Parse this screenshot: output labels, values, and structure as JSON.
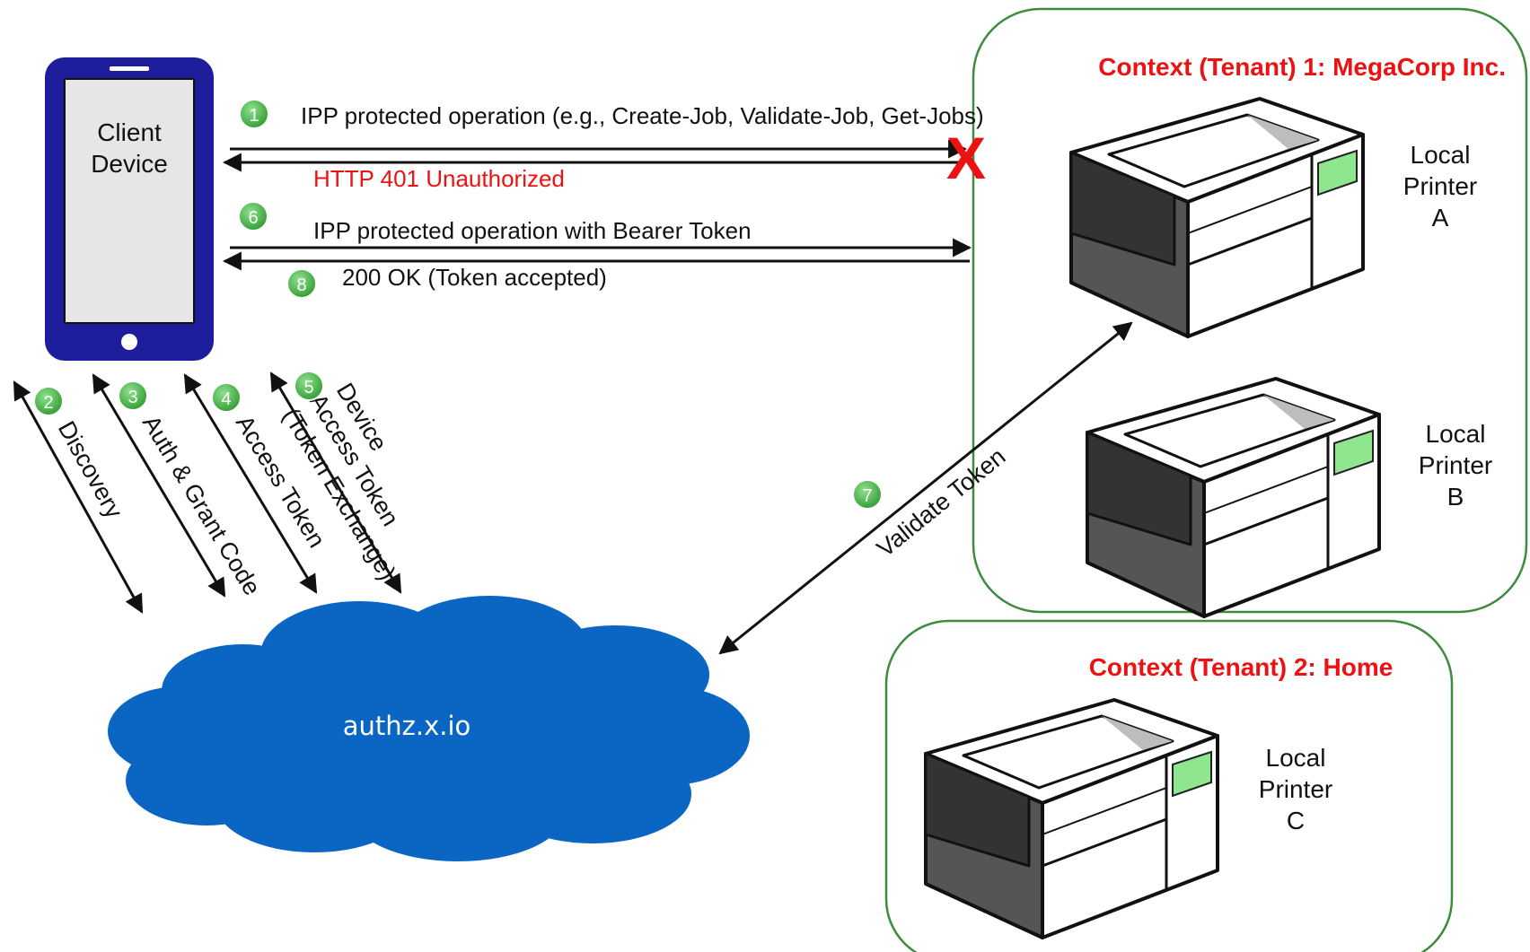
{
  "client_device": {
    "label_line1": "Client",
    "label_line2": "Device"
  },
  "messages": {
    "step1": "IPP protected operation (e.g., Create-Job, Validate-Job, Get-Jobs)",
    "unauthorized": "HTTP 401 Unauthorized",
    "step6": "IPP protected operation with Bearer Token",
    "step8": "200 OK  (Token accepted)"
  },
  "auth_flows": {
    "step2": "Discovery",
    "step3": "Auth & Grant Code",
    "step4": "Access Token",
    "step5_line1": "Device",
    "step5_line2": "Access Token",
    "step5_line3": "(Token Exchange)",
    "step7": "Validate Token"
  },
  "step_badges": [
    "1",
    "2",
    "3",
    "4",
    "5",
    "6",
    "7",
    "8"
  ],
  "authz_server": {
    "label": "authz.x.io"
  },
  "rejected_marker": "X",
  "tenants": [
    {
      "title": "Context (Tenant) 1: MegaCorp Inc.",
      "printers": [
        {
          "line1": "Local",
          "line2": "Printer",
          "line3": "A"
        },
        {
          "line1": "Local",
          "line2": "Printer",
          "line3": "B"
        }
      ]
    },
    {
      "title": "Context (Tenant) 2: Home",
      "printers": [
        {
          "line1": "Local",
          "line2": "Printer",
          "line3": "C"
        }
      ]
    }
  ],
  "colors": {
    "device_blue": "#1e1e9c",
    "cloud_blue": "#0a66c2",
    "badge_green": "#3fae3f",
    "tenant_border": "#3c8c3c",
    "alert_red": "#ee1111",
    "printer_panel": "#8ee68e"
  }
}
